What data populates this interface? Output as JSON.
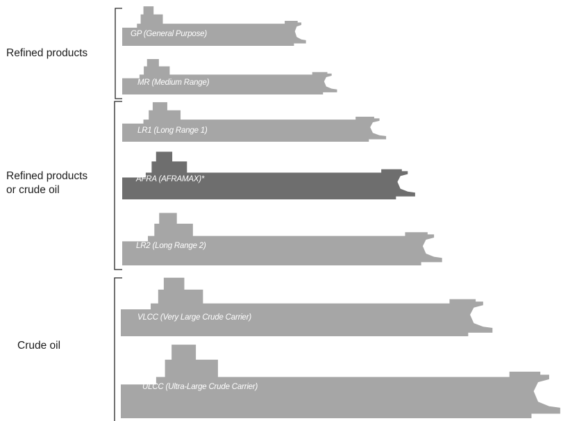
{
  "categories": [
    {
      "id": "refined",
      "label_lines": [
        "Refined products"
      ]
    },
    {
      "id": "refined-or-crude",
      "label_lines": [
        "Refined products",
        "or crude oil"
      ]
    },
    {
      "id": "crude",
      "label_lines": [
        "Crude oil"
      ]
    }
  ],
  "ships": [
    {
      "id": "gp",
      "label": "GP (General Purpose)",
      "color": "#a6a6a6"
    },
    {
      "id": "mr",
      "label": "MR (Medium Range)",
      "color": "#a6a6a6"
    },
    {
      "id": "lr1",
      "label": "LR1 (Long Range 1)",
      "color": "#a6a6a6"
    },
    {
      "id": "afra",
      "label": "AFRA (AFRAMAX)*",
      "color": "#6e6e6e"
    },
    {
      "id": "lr2",
      "label": "LR2 (Long Range 2)",
      "color": "#a6a6a6"
    },
    {
      "id": "vlcc",
      "label": "VLCC (Very Large Crude Carrier)",
      "color": "#a6a6a6"
    },
    {
      "id": "ulcc",
      "label": "ULCC (Ultra-Large Crude Carrier)",
      "color": "#a6a6a6"
    }
  ]
}
